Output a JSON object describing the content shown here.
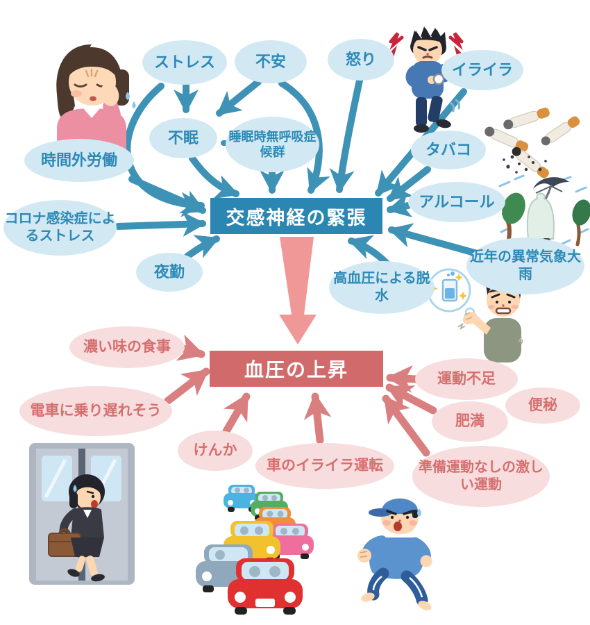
{
  "palette": {
    "bubble_blue": "#d2e9f3",
    "bubble_blue_text": "#2d89b6",
    "arrow_teal": "#3e92b6",
    "box_blue_bg": "#2b87b2",
    "box_blue_text": "#ffffff",
    "bubble_pink": "#f7dddd",
    "bubble_pink_text": "#d66f6f",
    "arrow_pink": "#d97f7f",
    "big_arrow_pink": "#ef9897",
    "box_red_bg": "#d16b6b",
    "box_red_text": "#ffffff"
  },
  "nodes": {
    "sympathetic_box": {
      "label": "交感神経の緊張"
    },
    "blood_pressure_box": {
      "label": "血圧の上昇"
    },
    "stress": {
      "label": "ストレス"
    },
    "anxiety": {
      "label": "不安"
    },
    "anger": {
      "label": "怒り"
    },
    "irritation": {
      "label": "イライラ"
    },
    "insomnia": {
      "label": "不眠"
    },
    "sleep_apnea": {
      "label": "睡眠時無呼吸症候群"
    },
    "overtime_work": {
      "label": "時間外労働"
    },
    "tobacco": {
      "label": "タバコ"
    },
    "alcohol": {
      "label": "アルコール"
    },
    "corona_stress": {
      "label": "コロナ感染症によるストレス"
    },
    "night_shift": {
      "label": "夜勤"
    },
    "abnormal_weather": {
      "label": "近年の異常気象大雨"
    },
    "dehydration": {
      "label": "高血圧による脱水"
    },
    "salty_food": {
      "label": "濃い味の食事"
    },
    "missing_train": {
      "label": "電車に乗り遅れそう"
    },
    "fight": {
      "label": "けんか"
    },
    "irritated_driving": {
      "label": "車のイライラ運転"
    },
    "lack_of_exercise": {
      "label": "運動不足"
    },
    "constipation": {
      "label": "便秘"
    },
    "obesity": {
      "label": "肥満"
    },
    "sudden_exercise": {
      "label": "準備運動なしの激しい運動"
    }
  },
  "edges": [
    {
      "from": "stress",
      "to": "insomnia"
    },
    {
      "from": "anxiety",
      "to": "insomnia"
    },
    {
      "from": "sleep_apnea",
      "to": "insomnia"
    },
    {
      "from": "stress",
      "to": "sympathetic_box"
    },
    {
      "from": "anxiety",
      "to": "sympathetic_box"
    },
    {
      "from": "insomnia",
      "to": "sympathetic_box"
    },
    {
      "from": "sleep_apnea",
      "to": "sympathetic_box"
    },
    {
      "from": "anger",
      "to": "sympathetic_box"
    },
    {
      "from": "irritation",
      "to": "sympathetic_box"
    },
    {
      "from": "tobacco",
      "to": "sympathetic_box"
    },
    {
      "from": "alcohol",
      "to": "sympathetic_box"
    },
    {
      "from": "overtime_work",
      "to": "sympathetic_box"
    },
    {
      "from": "corona_stress",
      "to": "sympathetic_box"
    },
    {
      "from": "night_shift",
      "to": "sympathetic_box"
    },
    {
      "from": "abnormal_weather",
      "to": "sympathetic_box"
    },
    {
      "from": "dehydration",
      "to": "sympathetic_box"
    },
    {
      "from": "sympathetic_box",
      "to": "blood_pressure_box"
    },
    {
      "from": "salty_food",
      "to": "blood_pressure_box"
    },
    {
      "from": "missing_train",
      "to": "blood_pressure_box"
    },
    {
      "from": "fight",
      "to": "blood_pressure_box"
    },
    {
      "from": "irritated_driving",
      "to": "blood_pressure_box"
    },
    {
      "from": "lack_of_exercise",
      "to": "blood_pressure_box"
    },
    {
      "from": "obesity",
      "to": "blood_pressure_box"
    },
    {
      "from": "sudden_exercise",
      "to": "blood_pressure_box"
    }
  ],
  "illustrations": [
    {
      "name": "worried-woman",
      "depicts": "疲れて頬に手を当てる女性"
    },
    {
      "name": "angry-man-watch",
      "depicts": "腕時計を見てイライラする男性"
    },
    {
      "name": "cigarette-butts",
      "depicts": "タバコの吸い殻"
    },
    {
      "name": "storm-person",
      "depicts": "暴風雨で傘が壊れた人"
    },
    {
      "name": "dehydrated-man",
      "depicts": "水を欲しがる脱水症状の男性"
    },
    {
      "name": "woman-rushing-train",
      "depicts": "電車に駆け込む女性"
    },
    {
      "name": "traffic-jam",
      "depicts": "渋滞した車の列"
    },
    {
      "name": "running-man",
      "depicts": "急に走る太った男性"
    }
  ]
}
